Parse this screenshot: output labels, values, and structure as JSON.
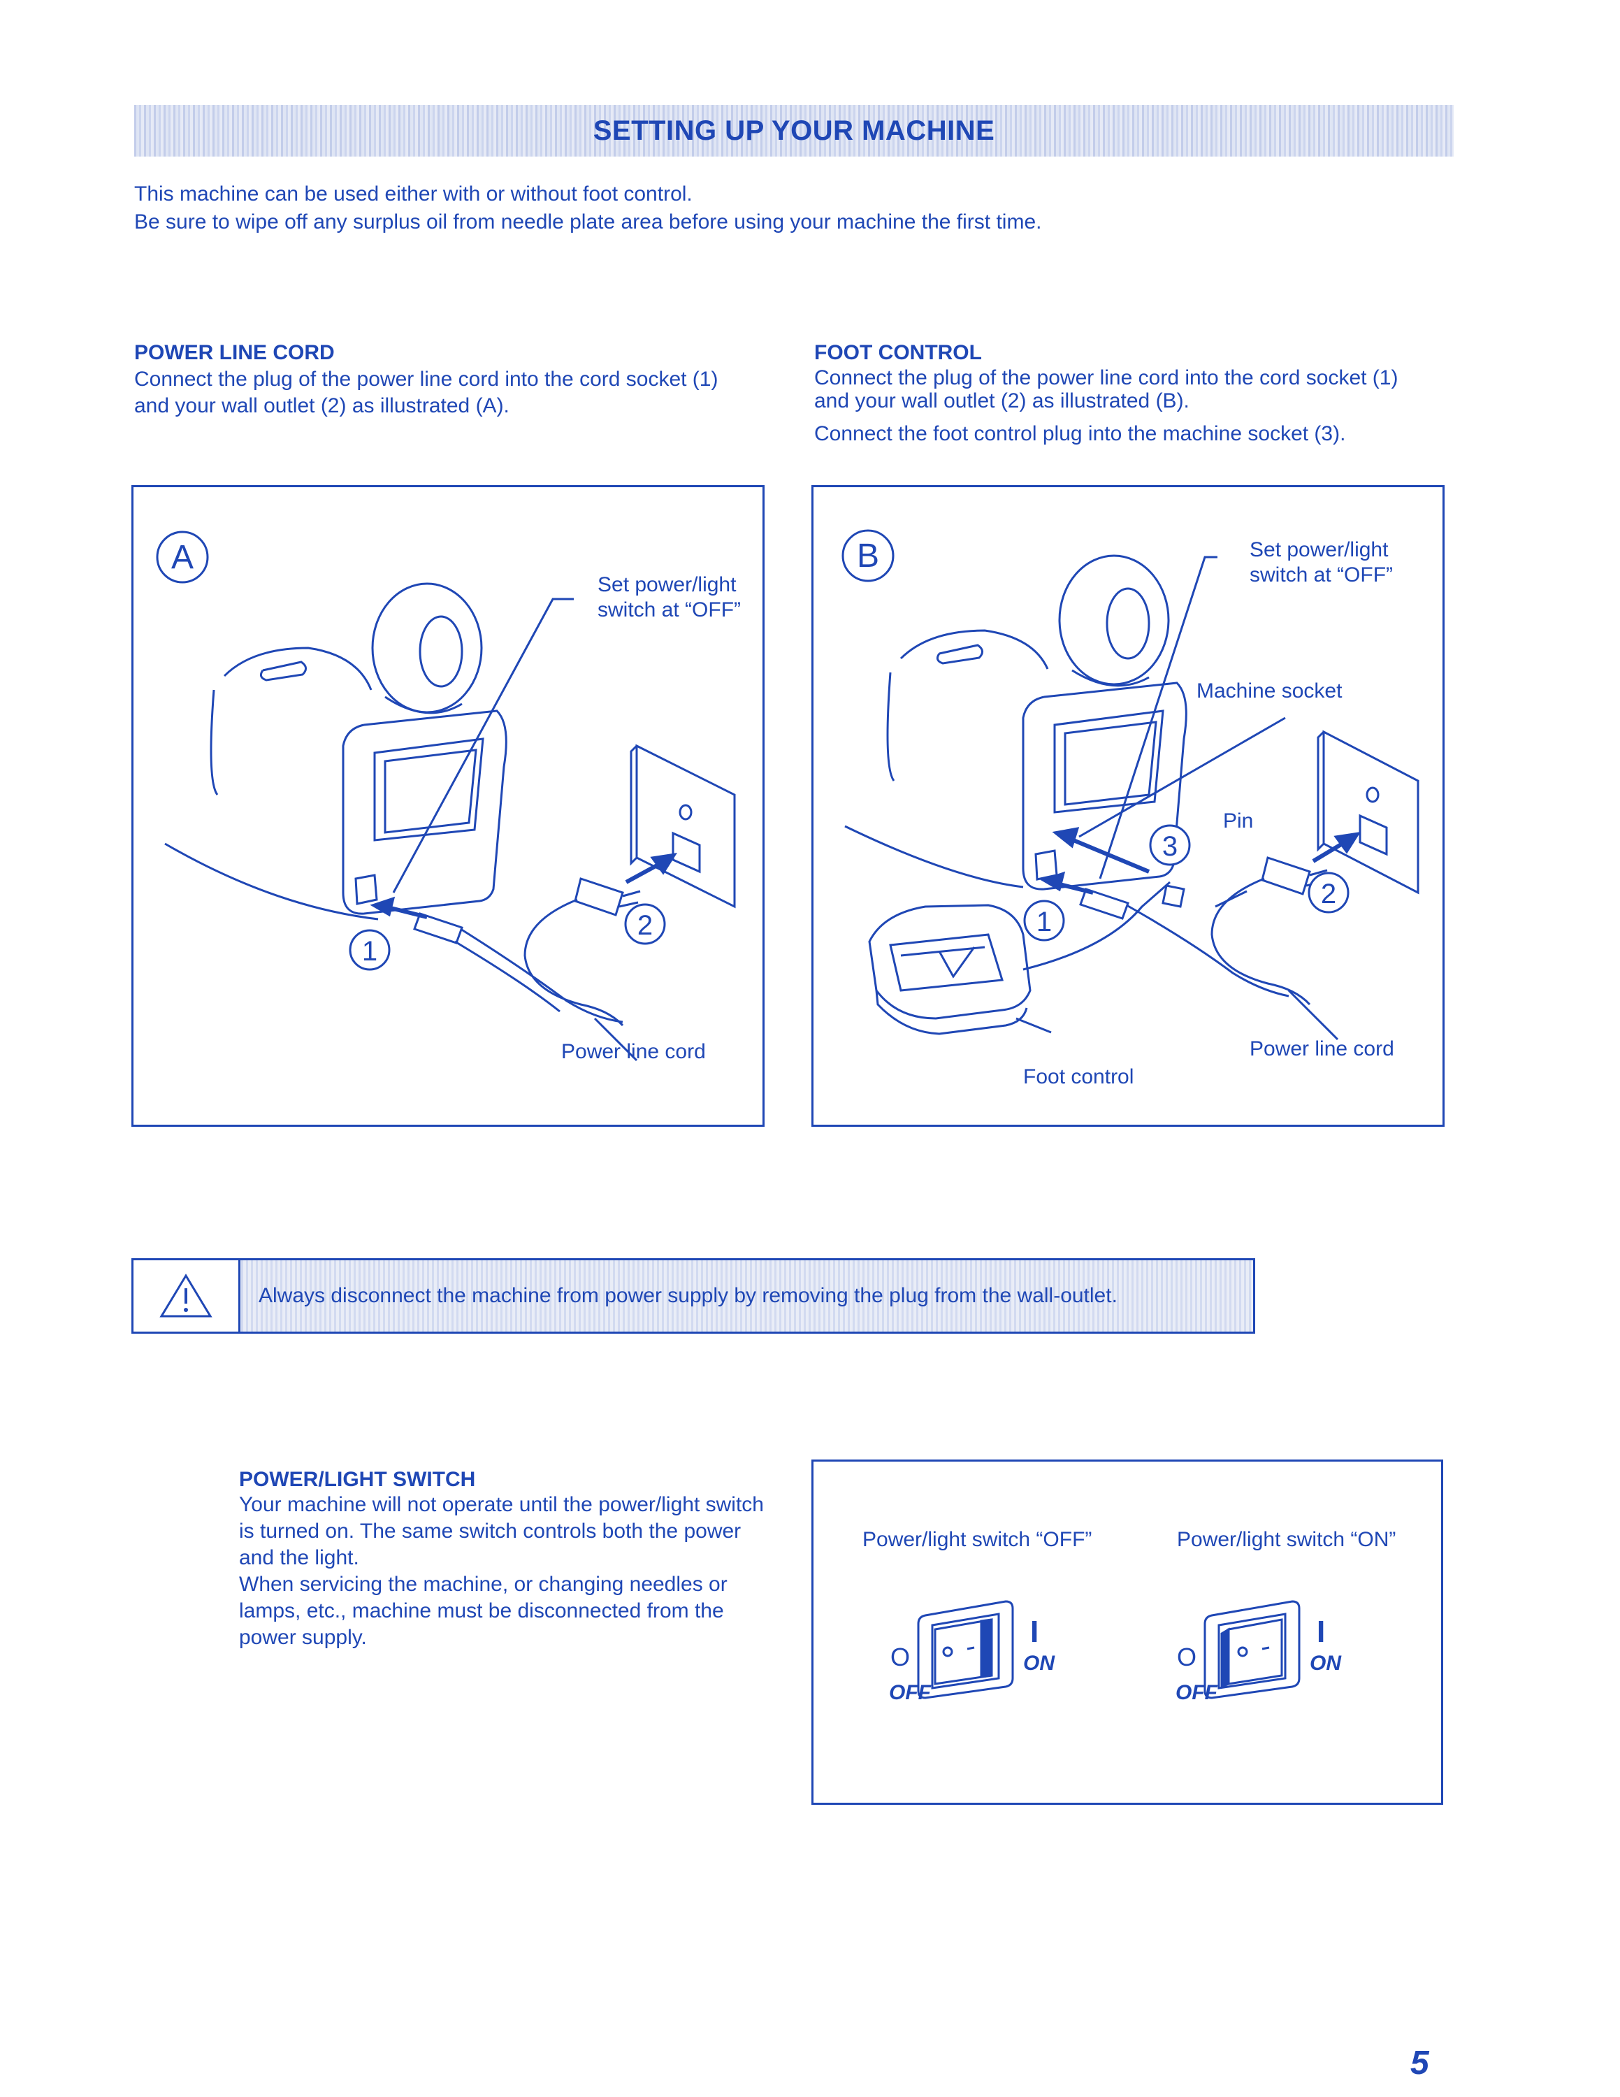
{
  "header": {
    "title": "SETTING UP YOUR MACHINE"
  },
  "intro": {
    "line1": "This machine can be used either with or without foot control.",
    "line2": "Be sure to wipe off any surplus oil from needle plate area before using your machine the first time."
  },
  "power_line_cord": {
    "heading": "POWER LINE CORD",
    "text1": "Connect the plug of the power line cord into the cord socket (1)",
    "text2": "and your wall outlet (2) as illustrated (A)."
  },
  "foot_control": {
    "heading": "FOOT CONTROL",
    "text1": "Connect the plug of the power line cord into the cord socket (1)",
    "text2": "and your wall outlet (2) as illustrated (B).",
    "text3": "Connect the foot control plug into the machine socket (3)."
  },
  "figure_a": {
    "letter": "A",
    "switch_label_1": "Set power/light",
    "switch_label_2": "switch at “OFF”",
    "cord_label": "Power line cord",
    "marker1": "1",
    "marker2": "2"
  },
  "figure_b": {
    "letter": "B",
    "switch_label_1": "Set power/light",
    "switch_label_2": "switch at “OFF”",
    "socket_label": "Machine socket",
    "pin_label": "Pin",
    "cord_label": "Power line cord",
    "foot_label": "Foot control",
    "marker1": "1",
    "marker2": "2",
    "marker3": "3"
  },
  "warning": {
    "icon": "warning-triangle-icon",
    "text": "Always disconnect the machine from power supply by removing the plug from the wall-outlet."
  },
  "power_switch": {
    "heading": "POWER/LIGHT SWITCH",
    "lines": [
      "Your machine will not operate until the power/light switch",
      "is turned on. The same switch controls both the power",
      "and the light.",
      "When servicing the machine, or changing needles or",
      "lamps, etc., machine must be disconnected from the",
      "power supply."
    ],
    "off_caption": "Power/light switch “OFF”",
    "on_caption": "Power/light switch “ON”",
    "sym_off": "O",
    "sym_on": "I",
    "word_off": "OFF",
    "word_on": "ON"
  },
  "page_number": "5",
  "colors": {
    "ink": "#1f47b5",
    "banner": "#d4dcf1"
  }
}
